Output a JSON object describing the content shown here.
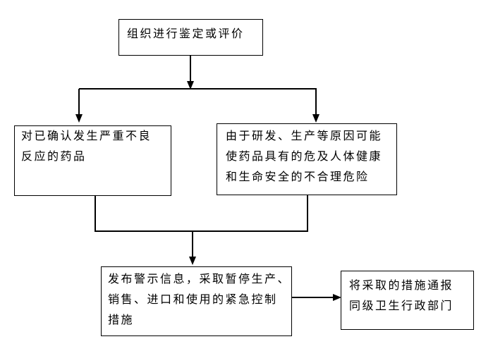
{
  "diagram": {
    "background_color": "#ffffff",
    "line_color": "#000000",
    "text_color": "#000000",
    "nodes": [
      {
        "id": "organize-appraisal",
        "text": "组织进行鉴定或评价",
        "lines": [
          "组织进行鉴定或评价"
        ]
      },
      {
        "id": "confirmed-adverse-drugs",
        "text": "对已确认发生严重不良反应的药品",
        "lines": [
          "对已确认发生严重不良",
          "反应的药品"
        ]
      },
      {
        "id": "unreasonable-risk",
        "text": "由于研发、生产等原因可能使药品具有的危及人体健康和生命安全的不合理危险",
        "lines": [
          "由于研发、生产等原因可能",
          "使药品具有的危及人体健康",
          "和生命安全的不合理危险"
        ]
      },
      {
        "id": "emergency-control-measures",
        "text": "发布警示信息，采取暂停生产、销售、进口和使用的紧急控制措施",
        "lines": [
          "发布警示信息，采取暂停生产、",
          "销售、进口和使用的紧急控制",
          "措施"
        ]
      },
      {
        "id": "notify-health-department",
        "text": "将采取的措施通报同级卫生行政部门",
        "lines": [
          "将采取的措施通报",
          "同级卫生行政部门"
        ]
      }
    ],
    "edges": [
      {
        "from": "organize-appraisal",
        "to": "confirmed-adverse-drugs"
      },
      {
        "from": "organize-appraisal",
        "to": "unreasonable-risk"
      },
      {
        "from": "confirmed-adverse-drugs",
        "to": "emergency-control-measures"
      },
      {
        "from": "unreasonable-risk",
        "to": "emergency-control-measures"
      },
      {
        "from": "emergency-control-measures",
        "to": "notify-health-department"
      }
    ]
  }
}
